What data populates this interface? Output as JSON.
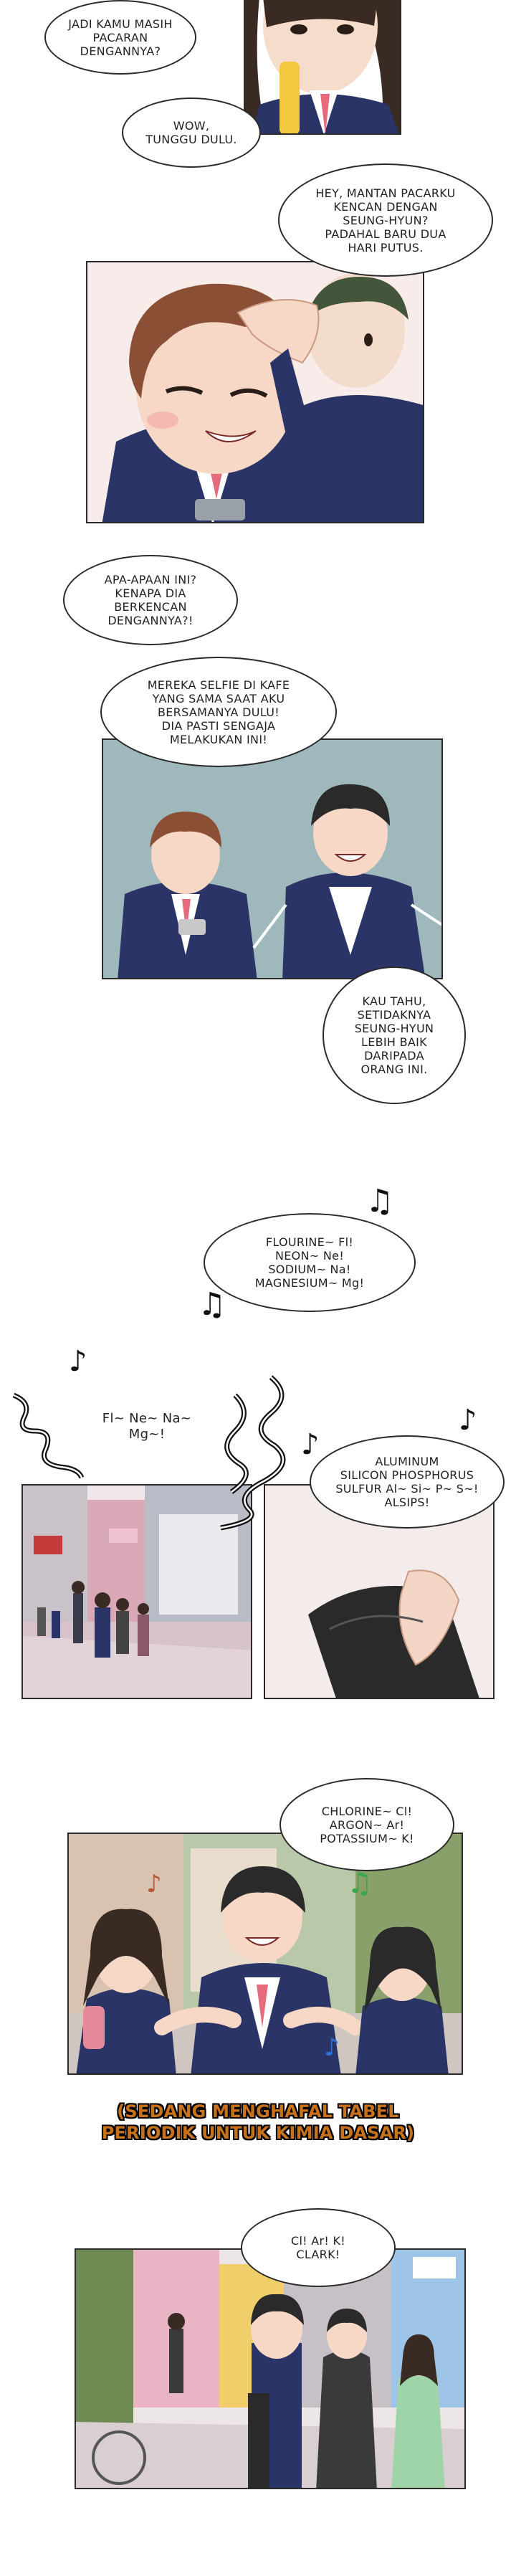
{
  "bubbles": {
    "b1": "JADI KAMU MASIH\nPACARAN\nDENGANNYA?",
    "b2": "WOW,\nTUNGGU DULU.",
    "b3": "HEY, MANTAN PACARKU\nKENCAN DENGAN\nSEUNG-HYUN?\nPADAHAL BARU DUA\nHARI PUTUS.",
    "b4": "APA-APAAN INI?\nKENAPA DIA\nBERKENCAN\nDENGANNYA?!",
    "b5": "MEREKA SELFIE DI KAFE\nYANG SAMA SAAT AKU\nBERSAMANYA DULU!\nDIA PASTI SENGAJA\nMELAKUKAN INI!",
    "b6": "KAU TAHU,\nSETIDAKNYA\nSEUNG-HYUN\nLEBIH BAIK\nDARIPADA\nORANG INI.",
    "b7": "FLOURINE~ Fl!\nNEON~ Ne!\nSODIUM~ Na!\nMAGNESIUM~ Mg!",
    "b8": "Fl~ Ne~ Na~\nMg~!",
    "b9": "ALUMINUM\nSILICON PHOSPHORUS\nSULFUR Al~ Si~ P~ S~!\nALSIPS!",
    "b10": "CHLORINE~ Cl!\nARGON~ Ar!\nPOTASSIUM~ K!",
    "b11": "Cl! Ar! K!\nCLARK!"
  },
  "caption": "(SEDANG MENGHAFAL TABEL\nPERIODIK UNTUK KIMIA DASAR)",
  "colors": {
    "outline": "#2a2a2a",
    "caption_text": "#c8731c",
    "uniform_navy": "#2b3466",
    "sky_panel": "#9fb8bc",
    "street_pink": "#d9a9b8"
  }
}
